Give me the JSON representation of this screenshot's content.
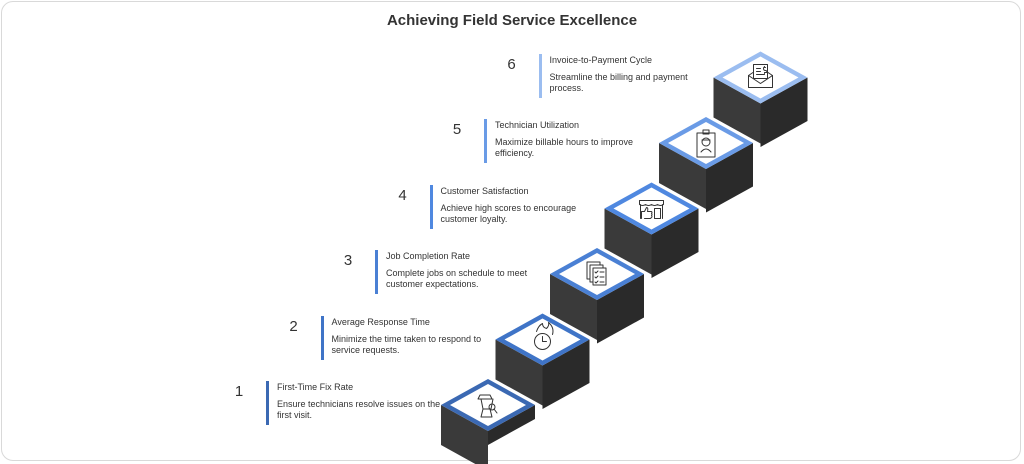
{
  "title": "Achieving Field Service Excellence",
  "colors": {
    "stair_top": "#333333",
    "stair_front": "#3a3a3a",
    "stair_side": "#2a2a2a"
  },
  "steps": [
    {
      "number": "1",
      "title": "First-Time Fix Rate",
      "description": "Ensure technicians resolve issues on the first visit.",
      "icon": "tools-magnifier-icon",
      "color": "#3b69b3"
    },
    {
      "number": "2",
      "title": "Average Response Time",
      "description": "Minimize the time taken to respond to service requests.",
      "icon": "clock-flame-icon",
      "color": "#3f74c7"
    },
    {
      "number": "3",
      "title": "Job Completion Rate",
      "description": "Complete jobs on schedule to meet customer expectations.",
      "icon": "checklist-documents-icon",
      "color": "#4a80d4"
    },
    {
      "number": "4",
      "title": "Customer Satisfaction",
      "description": "Achieve high scores to encourage customer loyalty.",
      "icon": "storefront-thumbs-up-icon",
      "color": "#4f88e0"
    },
    {
      "number": "5",
      "title": "Technician Utilization",
      "description": "Maximize billable hours to improve efficiency.",
      "icon": "technician-badge-icon",
      "color": "#6a9be6"
    },
    {
      "number": "6",
      "title": "Invoice-to-Payment Cycle",
      "description": "Streamline the billing and payment process.",
      "icon": "invoice-envelope-icon",
      "color": "#9bbdf0"
    }
  ]
}
